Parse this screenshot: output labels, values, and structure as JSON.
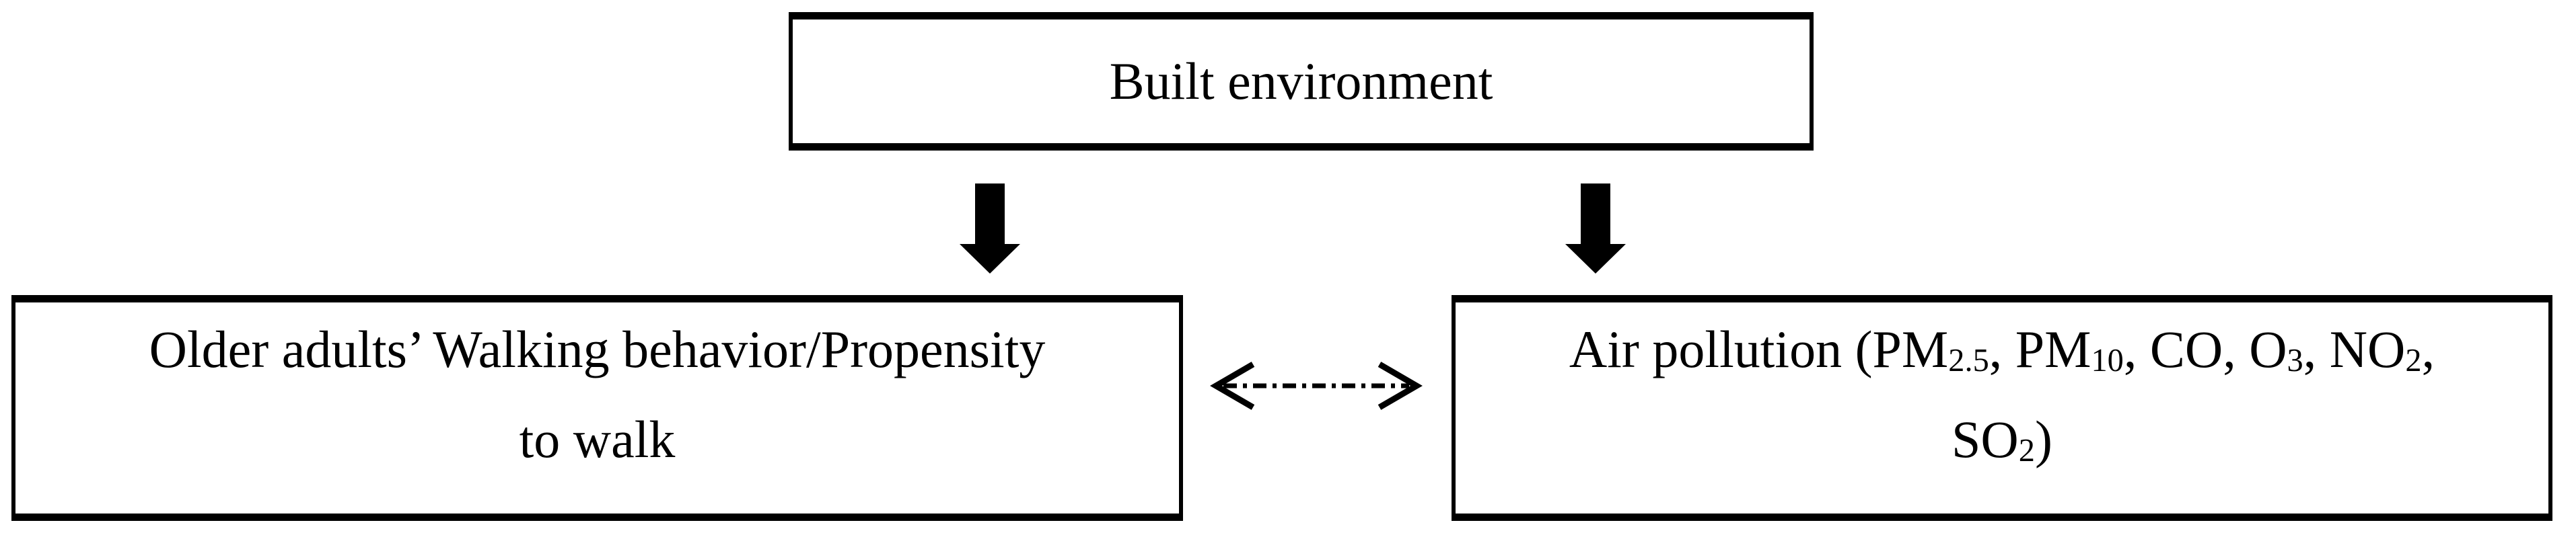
{
  "colors": {
    "ink": "#000000",
    "paper": "#ffffff"
  },
  "diagram": {
    "built_environment": {
      "label": "Built environment"
    },
    "walking": {
      "line1": "Older adults’ Walking behavior/Propensity",
      "line2": "to walk"
    },
    "air_pollution": {
      "line1_segments": [
        {
          "t": "Air pollution (PM"
        },
        {
          "t": "2.5",
          "sub": true
        },
        {
          "t": ", PM"
        },
        {
          "t": "10",
          "sub": true
        },
        {
          "t": ", CO, O"
        },
        {
          "t": "3",
          "sub": true
        },
        {
          "t": ", NO"
        },
        {
          "t": "2",
          "sub": true
        },
        {
          "t": ","
        }
      ],
      "line2_segments": [
        {
          "t": "SO"
        },
        {
          "t": "2",
          "sub": true
        },
        {
          "t": ")"
        }
      ]
    },
    "arrows": {
      "top_to_left": "filled-down-arrow",
      "top_to_right": "filled-down-arrow",
      "left_to_right": "dashed-bidirectional-arrow"
    }
  }
}
